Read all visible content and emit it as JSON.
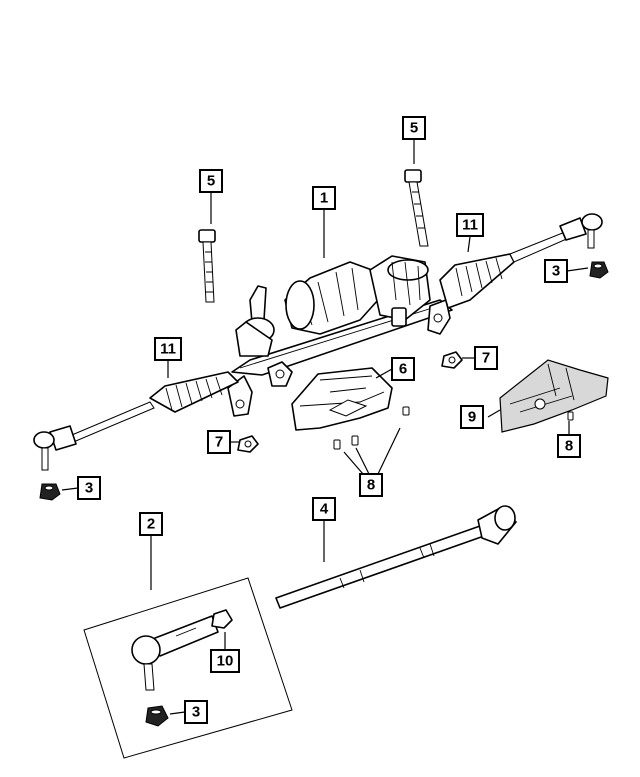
{
  "callouts": {
    "c1": "1",
    "c2": "2",
    "c3a": "3",
    "c3b": "3",
    "c3c": "3",
    "c4": "4",
    "c5a": "5",
    "c5b": "5",
    "c6": "6",
    "c7a": "7",
    "c7b": "7",
    "c8a": "8",
    "c8b": "8",
    "c9": "9",
    "c10": "10",
    "c11a": "11",
    "c11b": "11"
  }
}
